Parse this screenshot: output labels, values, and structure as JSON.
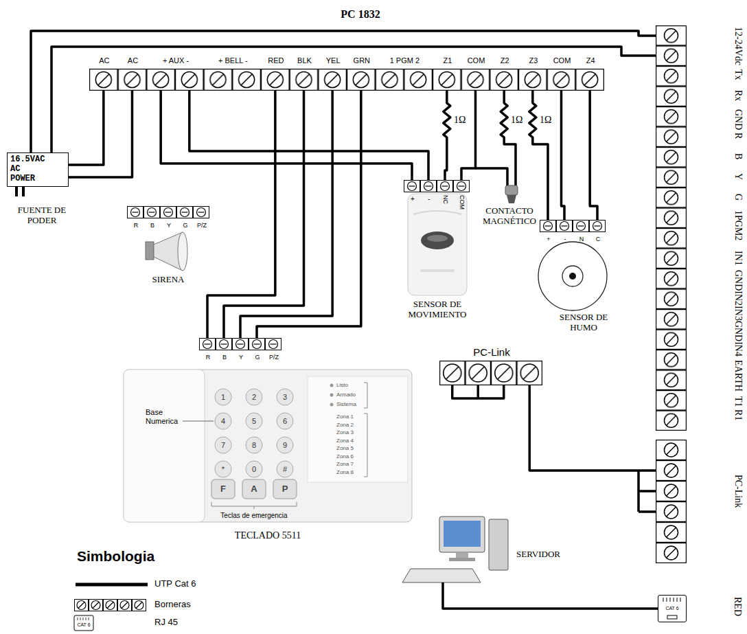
{
  "diagram": {
    "title": "PC 1832",
    "nodes": [
      {
        "text": [
          "AC",
          "AC",
          "+ AUX -",
          "+ BELL -",
          "RED",
          "BLK",
          "YEL",
          "GRN",
          "1 PGM 2",
          "Z1",
          "COM",
          "Z2",
          "Z3",
          "COM",
          "Z4"
        ]
      },
      {
        "text": [
          "12-24Vdc",
          "Tx",
          "Rx",
          "GND",
          "R",
          "B",
          "Y",
          "G",
          "1PGM2",
          "IN1",
          "GNDIN2IN3GNDIN4",
          "EARTH",
          "T1 R1"
        ]
      },
      {
        "text": [
          "PC-Link"
        ]
      },
      {
        "text": [
          "CAT 6",
          "RED"
        ]
      },
      {
        "text": [
          "16.5VAC AC POWER",
          "FUENTE DE PODER"
        ]
      },
      {
        "text": [
          "+",
          "-",
          "NC",
          "COM"
        ]
      },
      {
        "text": [
          "R",
          "B",
          "Y",
          "G",
          "P/Z"
        ]
      },
      {
        "text": [
          "+",
          "-",
          "N",
          "C"
        ]
      },
      {
        "text": [
          "PC-Link"
        ]
      },
      {
        "text": [
          "R",
          "B",
          "Y",
          "G",
          "P/Z"
        ]
      }
    ],
    "edges": [
      {
        "from": 0,
        "to": 4,
        "arrow": "none"
      },
      {
        "from": 0,
        "to": 4,
        "arrow": "none"
      },
      {
        "from": 4,
        "to": 1,
        "arrow": "none"
      },
      {
        "from": 4,
        "to": 1,
        "arrow": "none"
      },
      {
        "from": 0,
        "to": 5,
        "arrow": "none"
      },
      {
        "from": 0,
        "to": 5,
        "arrow": "none"
      },
      {
        "from": 0,
        "to": 9,
        "arrow": "none"
      },
      {
        "from": 0,
        "to": 9,
        "arrow": "none"
      },
      {
        "from": 0,
        "to": 9,
        "arrow": "none"
      },
      {
        "from": 0,
        "to": 9,
        "arrow": "none"
      },
      {
        "from": 0,
        "to": 5,
        "arrow": "none"
      },
      {
        "from": 0,
        "to": 5,
        "arrow": "none"
      },
      {
        "from": 0,
        "to": 7,
        "arrow": "none"
      },
      {
        "from": 0,
        "to": 7,
        "arrow": "none"
      },
      {
        "from": 0,
        "to": 7,
        "arrow": "none"
      },
      {
        "from": 8,
        "to": 2,
        "arrow": "none"
      }
    ],
    "labels": [
      "SIRENA",
      "SENSOR DE MOVIMIENTO",
      "CONTACTO MAGNÉTICO",
      "SENSOR DE HUMO",
      "1Ω",
      "1Ω",
      "1Ω",
      "1",
      "2",
      "3",
      "4",
      "5",
      "6",
      "7",
      "8",
      "9",
      "*",
      "0",
      "#",
      "F",
      "A",
      "P",
      "Base Numerica",
      "Listo",
      "Armado",
      "Sistema",
      "Zona 1",
      "Zona 2",
      "Zona 3",
      "Zona 4",
      "Zona 5",
      "Zona 6",
      "Zona 7",
      "Zona 8",
      "Teclas de emergencia",
      "TECLADO 5511",
      "SERVIDOR",
      "Simbologia",
      "CAT 6"
    ],
    "legend": [
      {
        "text": "UTP Cat 6"
      },
      {
        "text": "Borneras"
      },
      {
        "text": "RJ 45"
      }
    ]
  }
}
